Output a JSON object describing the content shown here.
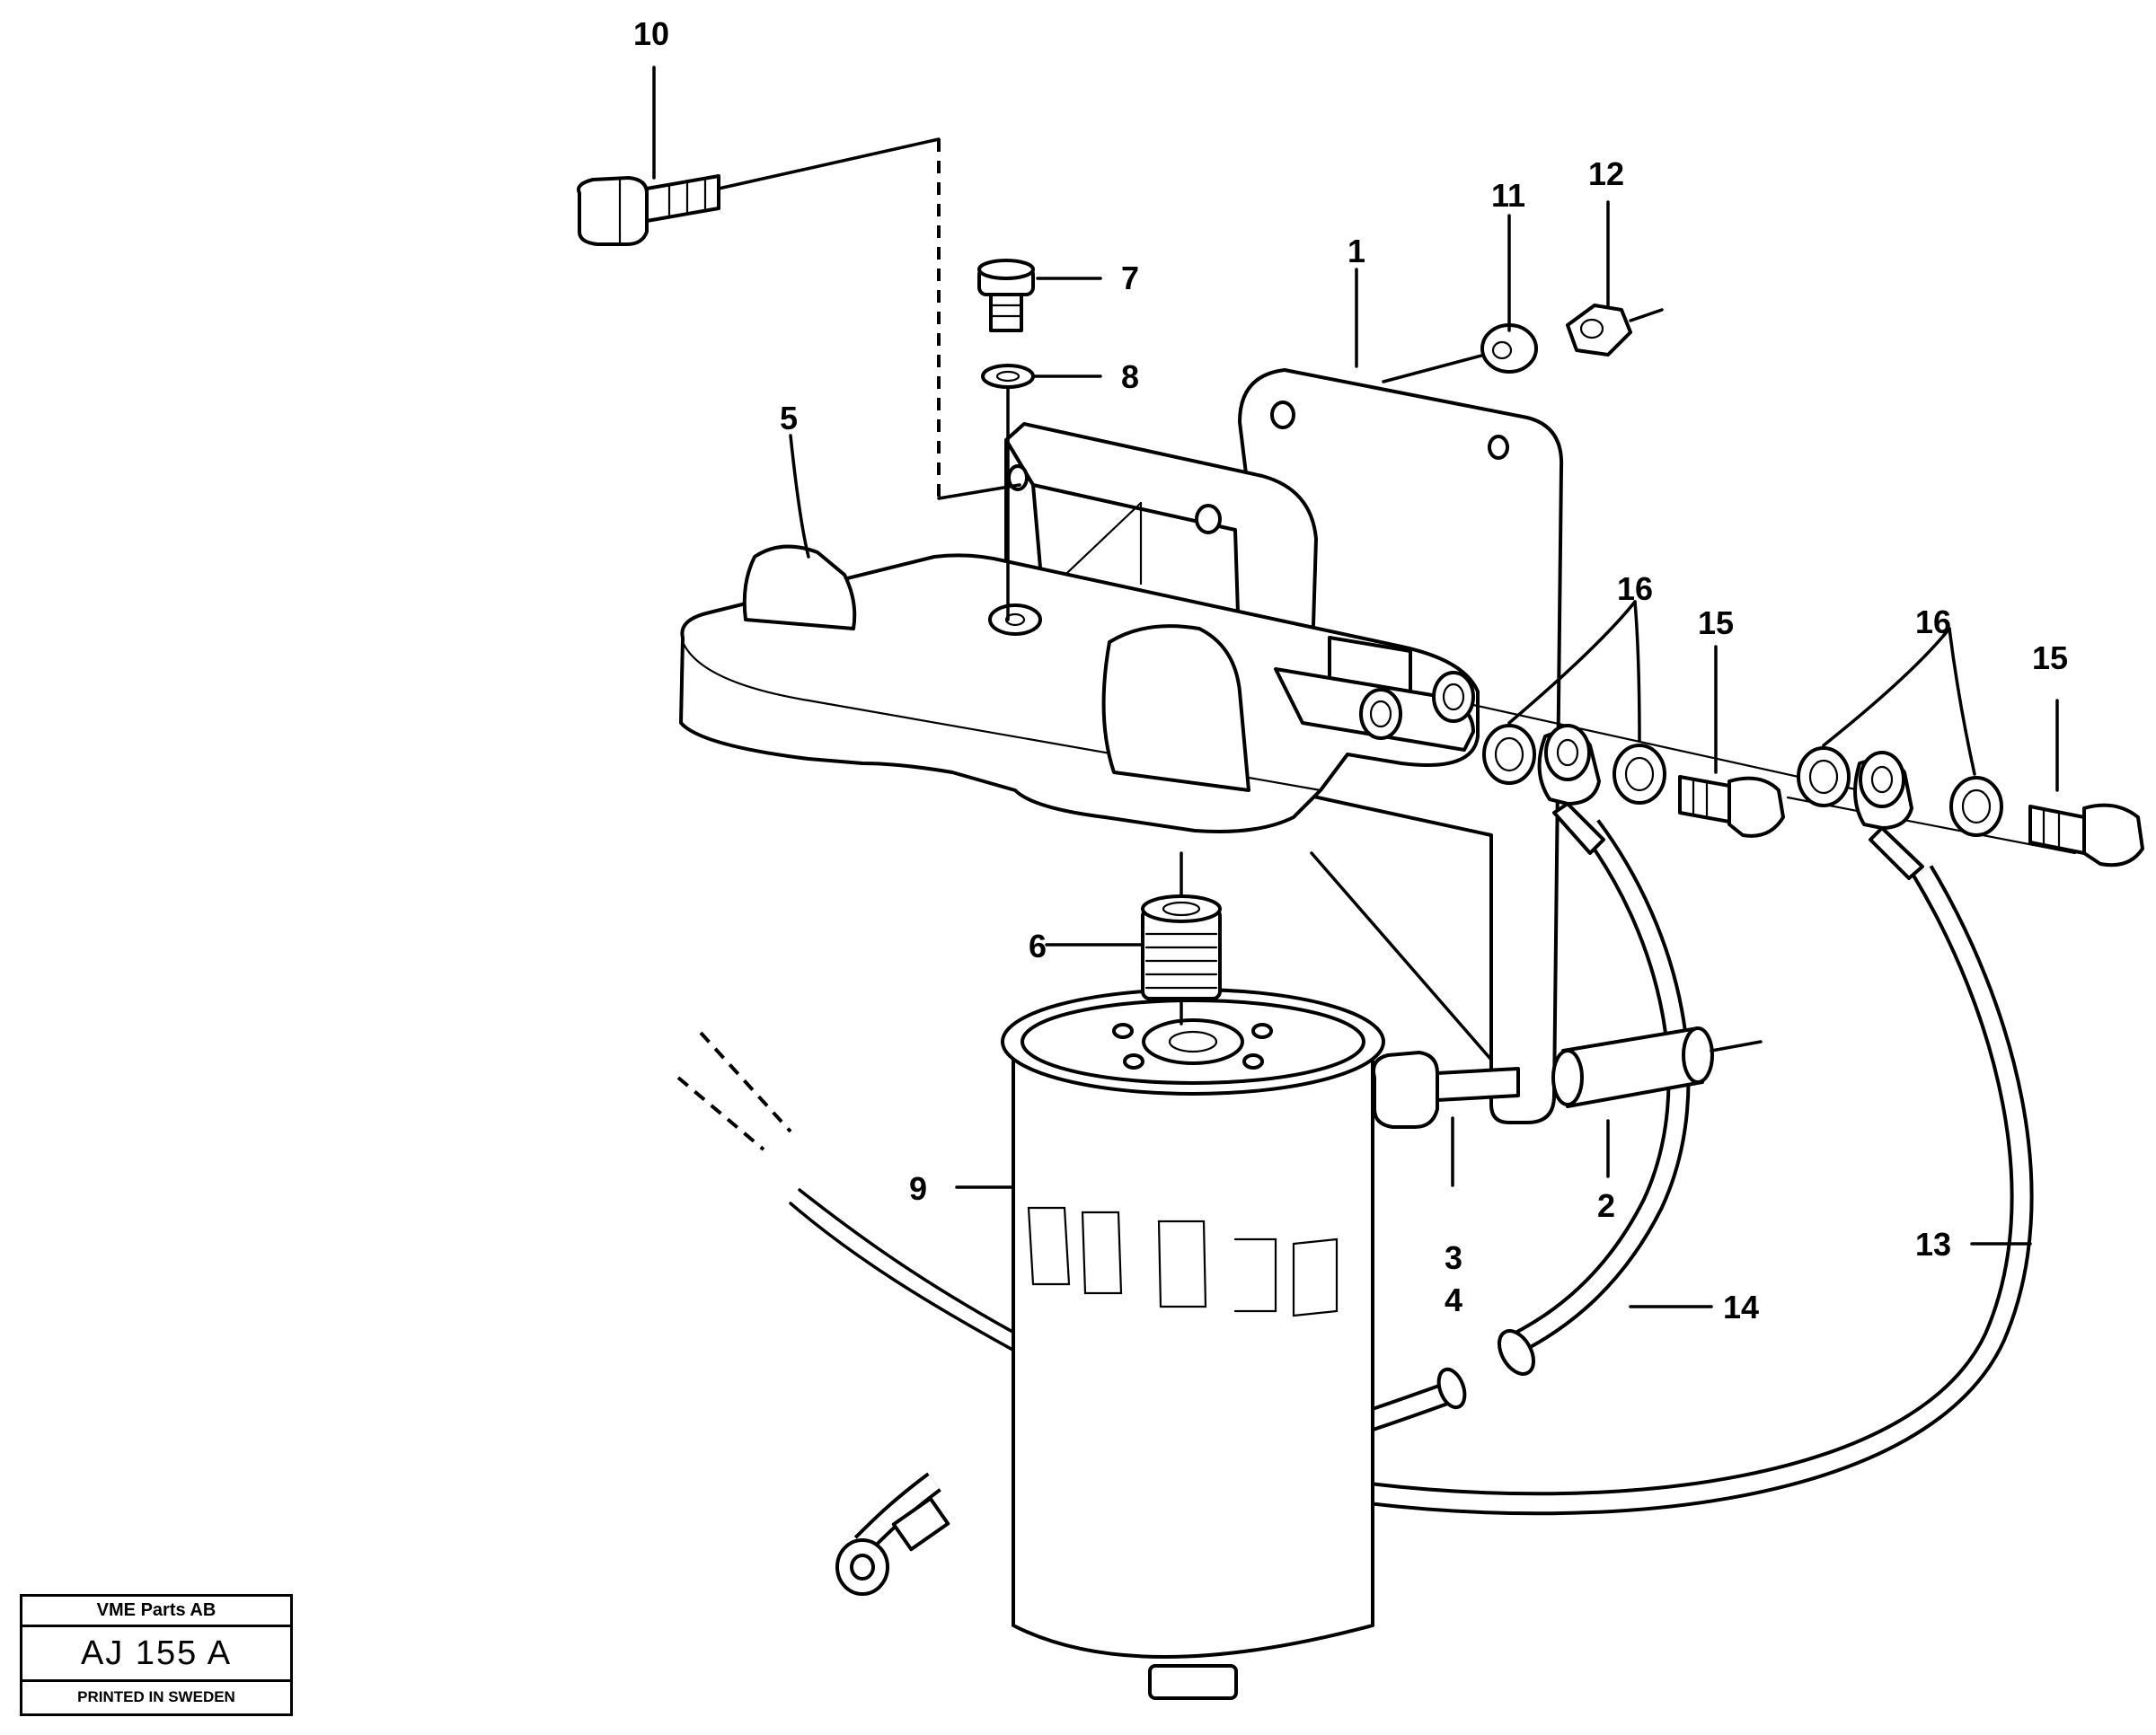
{
  "callouts": {
    "c1": "1",
    "c2": "2",
    "c3": "3",
    "c4": "4",
    "c5": "5",
    "c6": "6",
    "c7": "7",
    "c8": "8",
    "c9": "9",
    "c10": "10",
    "c11": "11",
    "c12": "12",
    "c13": "13",
    "c14": "14",
    "c15a": "15",
    "c15b": "15",
    "c16a": "16",
    "c16b": "16"
  },
  "stamp": {
    "company": "VME Parts AB",
    "code": "AJ 155 A",
    "printed": "PRINTED IN SWEDEN"
  }
}
